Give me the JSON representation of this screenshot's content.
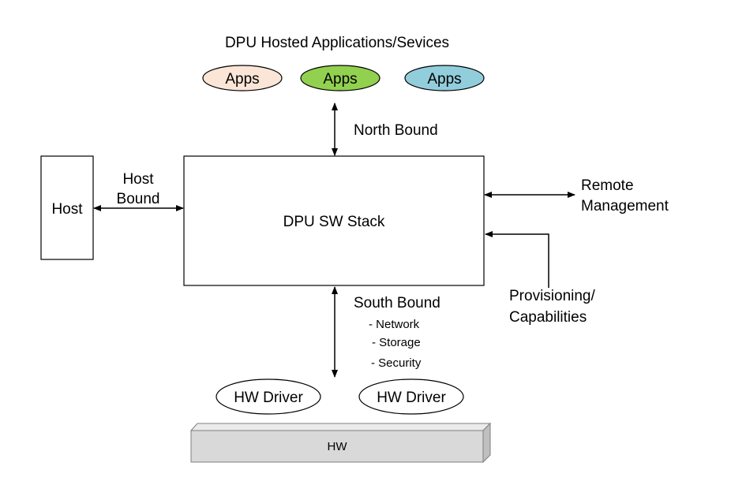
{
  "title": "DPU Hosted Applications/Sevices",
  "apps": [
    {
      "label": "Apps",
      "color": "#fbe5d6"
    },
    {
      "label": "Apps",
      "color": "#92d050"
    },
    {
      "label": "Apps",
      "color": "#92cddc"
    }
  ],
  "north_bound": "North Bound",
  "host": "Host",
  "host_bound": {
    "line1": "Host",
    "line2": "Bound"
  },
  "stack": "DPU SW Stack",
  "remote_management": {
    "line1": "Remote",
    "line2": "Management"
  },
  "provisioning": {
    "line1": "Provisioning/",
    "line2": "Capabilities"
  },
  "south_bound": {
    "title": "South Bound",
    "items": [
      "- Network",
      "- Storage",
      "- Security"
    ]
  },
  "drivers": [
    "HW Driver",
    "HW Driver"
  ],
  "hw": "HW"
}
